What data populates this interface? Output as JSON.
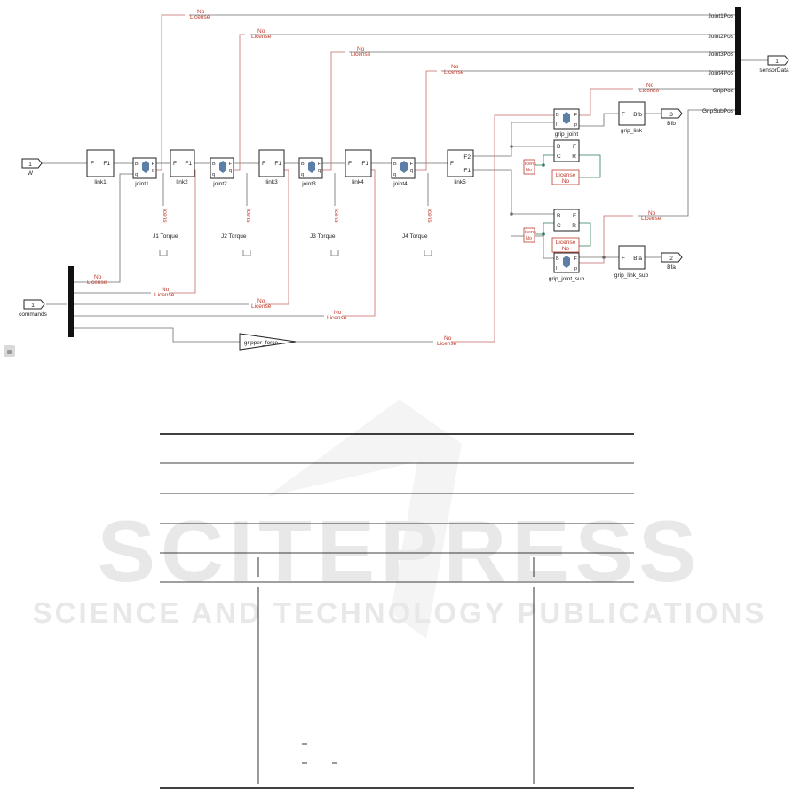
{
  "diagram": {
    "inports": [
      {
        "number": "1",
        "label": "W"
      },
      {
        "number": "1",
        "label": "commands"
      }
    ],
    "outports": [
      {
        "number": "1",
        "label": "sensorData"
      },
      {
        "number": "3",
        "label": "Bfb"
      },
      {
        "number": "2",
        "label": "Bfa"
      }
    ],
    "links": [
      {
        "label": "link1",
        "port_left": "F",
        "port_right": "F1"
      },
      {
        "label": "link2",
        "port_left": "F",
        "port_right": "F1"
      },
      {
        "label": "link3",
        "port_left": "F",
        "port_right": "F1"
      },
      {
        "label": "link4",
        "port_left": "F",
        "port_right": "F1"
      },
      {
        "label": "link5",
        "port_left": "F",
        "port_top": "F2",
        "port_bottom": "F1"
      }
    ],
    "joints": [
      {
        "label": "joint1",
        "ports": [
          "B",
          "F",
          "q",
          "q"
        ]
      },
      {
        "label": "joint2",
        "ports": [
          "B",
          "F",
          "q",
          "q"
        ]
      },
      {
        "label": "joint3",
        "ports": [
          "B",
          "F",
          "q",
          "q"
        ]
      },
      {
        "label": "joint4",
        "ports": [
          "B",
          "F",
          "q",
          "q"
        ]
      }
    ],
    "grip_blocks": [
      {
        "label": "grip_joint",
        "ports": [
          "B",
          "F",
          "I",
          "p"
        ]
      },
      {
        "label": "grip_joint_sub",
        "ports": [
          "B",
          "F",
          "I",
          "p"
        ]
      },
      {
        "label": "grip_link",
        "ports": [
          "F",
          "Bfb"
        ]
      },
      {
        "label": "grip_link_sub",
        "ports": [
          "F",
          "Bfa"
        ]
      }
    ],
    "constraint_ports": [
      "B",
      "F",
      "C",
      "R"
    ],
    "torque_labels": [
      "J1 Torque",
      "J2 Torque",
      "J3 Torque",
      "J4 Torque"
    ],
    "gain_label": "gripper_force",
    "bus_signals": [
      "Joint1Pos",
      "Joint2Pos",
      "Joint3Pos",
      "Joint4Pos",
      "GripPos",
      "GripSubPos"
    ],
    "license_line1": "No",
    "license_line2": "License",
    "license_red_a": "icens",
    "license_red_b": "No",
    "license_box_a": "License",
    "license_box_b": "No",
    "vertical_license": "icens",
    "vertical_no": "No"
  },
  "watermark": {
    "title": "SCITEPRESS",
    "subtitle": "SCIENCE AND TECHNOLOGY PUBLICATIONS"
  },
  "colors": {
    "signal": "#6b6b6b",
    "license_line": "#c46a6a",
    "license_text": "#c0392b",
    "physical": "#2e7d57",
    "watermark": "#e6e6e6"
  }
}
